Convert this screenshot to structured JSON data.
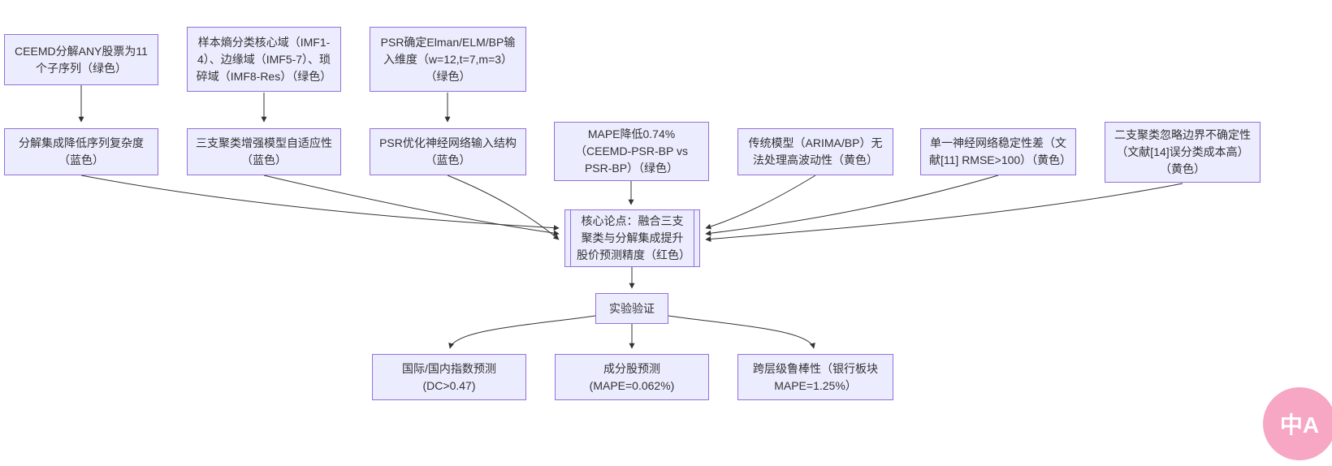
{
  "diagram": {
    "nodes": {
      "ceemd": {
        "label": "CEEMD分解ANY股票为11个子序列（绿色）"
      },
      "sample_entropy": {
        "label": "样本熵分类核心域（IMF1-4）、边缘域（IMF5-7）、琐碎域（IMF8-Res）（绿色）"
      },
      "psr_input": {
        "label": "PSR确定Elman/ELM/BP输入维度（w=12,t=7,m=3）（绿色）"
      },
      "decomp_complexity": {
        "label": "分解集成降低序列复杂度（蓝色）"
      },
      "three_way_adaptive": {
        "label": "三支聚类增强模型自适应性（蓝色）"
      },
      "psr_structure": {
        "label": "PSR优化神经网络输入结构（蓝色）"
      },
      "mape_improve": {
        "label": "MAPE降低0.74%（CEEMD-PSR-BP vs PSR-BP）（绿色）"
      },
      "traditional_limit": {
        "label": "传统模型（ARIMA/BP）无法处理高波动性（黄色）"
      },
      "single_nn_unstable": {
        "label": "单一神经网络稳定性差（文献[11] RMSE>100）（黄色）"
      },
      "two_way_limit": {
        "label": "二支聚类忽略边界不确定性（文献[14]误分类成本高）（黄色）"
      },
      "core_thesis": {
        "label": "核心论点：融合三支聚类与分解集成提升股价预测精度（红色）"
      },
      "experiment": {
        "label": "实验验证"
      },
      "index_forecast": {
        "label": "国际/国内指数预测 (DC>0.47)"
      },
      "constituent_forecast": {
        "label": "成分股预测 (MAPE=0.062%)"
      },
      "robustness": {
        "label": "跨层级鲁棒性（银行板块 MAPE=1.25%）"
      }
    }
  },
  "colors": {
    "node_fill": "#ECECFF",
    "node_border": "#9370DB",
    "edge": "#333333",
    "text": "#333333",
    "badge_pink": "#f7a6c3",
    "background": "#ffffff"
  },
  "badge": {
    "label": "中A"
  }
}
